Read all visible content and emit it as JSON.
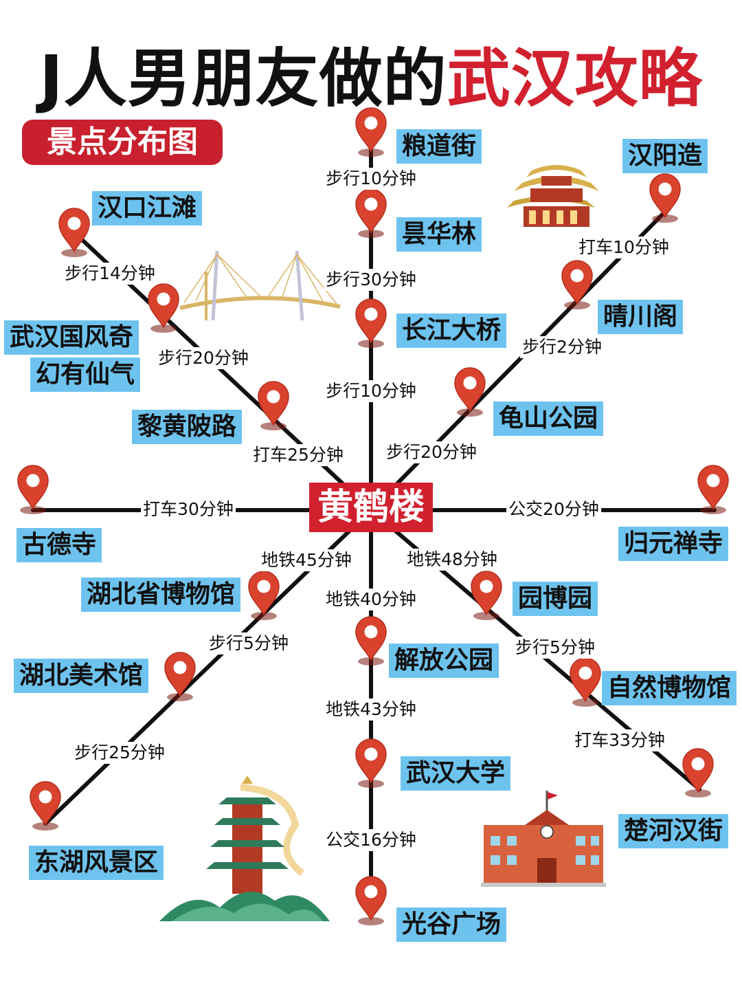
{
  "title": {
    "main": "J人男朋友做的",
    "highlight": "武汉攻略"
  },
  "subtitle": "景点分布图",
  "center": "黄鹤楼",
  "stops": {
    "liangdaojie": "粮道街",
    "tanhualin": "昙华林",
    "changjiangdaqiao": "长江大桥",
    "jiefanggongyuan": "解放公园",
    "wuhandaxue": "武汉大学",
    "guangguguangchang": "光谷广场",
    "hanyangzao": "汉阳造",
    "qingchuange": "晴川阁",
    "guishangongyuan": "龟山公园",
    "hankoujiangtan": "汉口江滩",
    "wuhanqifeng_line1": "武汉国风奇",
    "wuhanqifeng_line2": "幻有仙气",
    "lihuangbeilu": "黎黄陂路",
    "gudesi": "古德寺",
    "guiyuanchansi": "归元禅寺",
    "hubeibowuguan": "湖北省博物馆",
    "hubeimeishuguan": "湖北美术馆",
    "donghu": "东湖风景区",
    "yuanboyuan": "园博园",
    "zirangbowuguan": "自然博物馆",
    "chuhehanjie": "楚河汉街"
  },
  "segments": {
    "s1": "步行10分钟",
    "s2": "步行30分钟",
    "s3": "步行10分钟",
    "s4": "地铁40分钟",
    "s5": "地铁43分钟",
    "s6": "公交16分钟",
    "s7": "打车10分钟",
    "s8": "步行2分钟",
    "s9": "步行20分钟",
    "s10": "步行14分钟",
    "s11": "步行20分钟",
    "s12": "打车25分钟",
    "s13": "打车30分钟",
    "s14": "公交20分钟",
    "s15": "地铁45分钟",
    "s16": "步行5分钟",
    "s17": "步行25分钟",
    "s18": "地铁48分钟",
    "s19": "步行5分钟",
    "s20": "打车33分钟"
  },
  "icons": [
    "map-pin-icon",
    "pavilion-icon",
    "cable-bridge-icon",
    "yellow-crane-tower-icon",
    "school-building-icon"
  ],
  "colors": {
    "title_highlight": "#d1202e",
    "badge": "#c8202e",
    "label_bg": "#6ec3ee",
    "pin": "#d9432e",
    "line": "#111111"
  }
}
